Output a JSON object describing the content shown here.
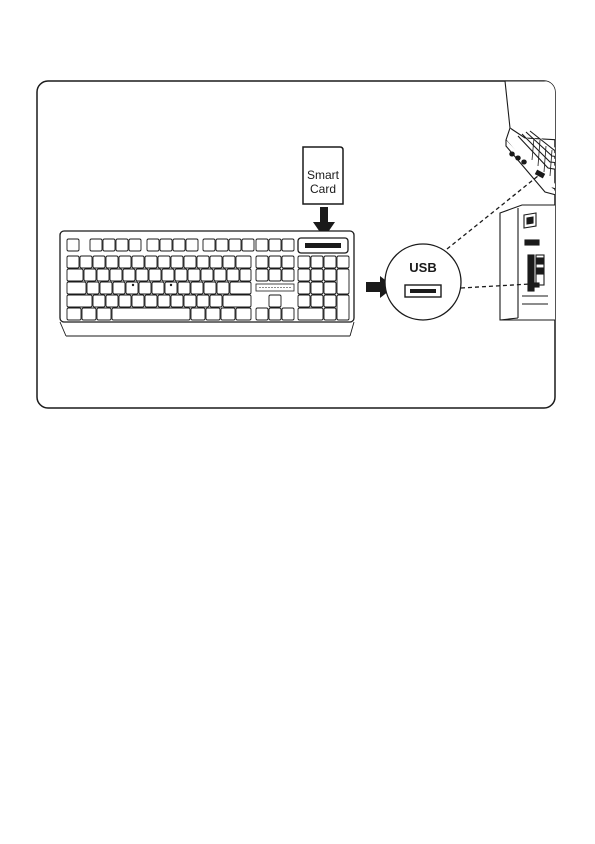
{
  "figure": {
    "smart_card_label_line1": "Smart",
    "smart_card_label_line2": "Card",
    "usb_label": "USB"
  },
  "colors": {
    "stroke": "#1a1a1a",
    "fill": "#ffffff",
    "dark": "#1a1a1a",
    "light_fill": "#f2f2f2"
  }
}
